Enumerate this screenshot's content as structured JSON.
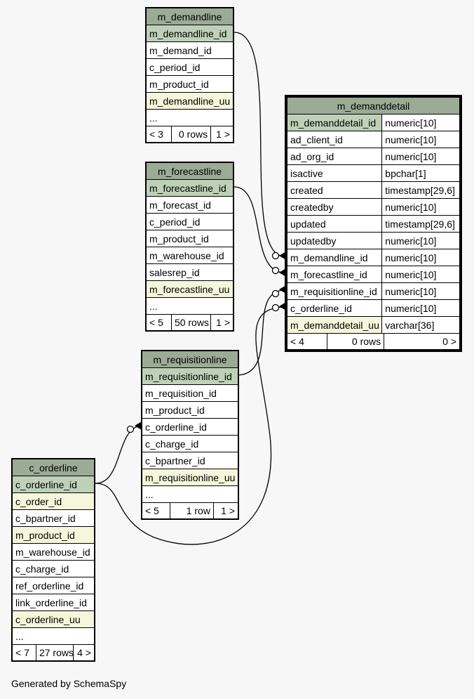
{
  "footer": "Generated by SchemaSpy",
  "tables": {
    "m_demandline": {
      "name": "m_demandline",
      "columns": [
        {
          "name": "m_demandline_id",
          "kind": "pk"
        },
        {
          "name": "m_demand_id",
          "kind": ""
        },
        {
          "name": "c_period_id",
          "kind": ""
        },
        {
          "name": "m_product_id",
          "kind": ""
        },
        {
          "name": "m_demandline_uu",
          "kind": "uniq"
        },
        {
          "name": "...",
          "kind": ""
        }
      ],
      "footer": [
        "< 3",
        "0 rows",
        "1 >"
      ]
    },
    "m_forecastline": {
      "name": "m_forecastline",
      "columns": [
        {
          "name": "m_forecastline_id",
          "kind": "pk"
        },
        {
          "name": "m_forecast_id",
          "kind": ""
        },
        {
          "name": "c_period_id",
          "kind": ""
        },
        {
          "name": "m_product_id",
          "kind": ""
        },
        {
          "name": "m_warehouse_id",
          "kind": ""
        },
        {
          "name": "salesrep_id",
          "kind": ""
        },
        {
          "name": "m_forecastline_uu",
          "kind": "uniq"
        },
        {
          "name": "...",
          "kind": ""
        }
      ],
      "footer": [
        "< 5",
        "50 rows",
        "1 >"
      ]
    },
    "m_requisitionline": {
      "name": "m_requisitionline",
      "columns": [
        {
          "name": "m_requisitionline_id",
          "kind": "pk"
        },
        {
          "name": "m_requisition_id",
          "kind": ""
        },
        {
          "name": "m_product_id",
          "kind": ""
        },
        {
          "name": "c_orderline_id",
          "kind": ""
        },
        {
          "name": "c_charge_id",
          "kind": ""
        },
        {
          "name": "c_bpartner_id",
          "kind": ""
        },
        {
          "name": "m_requisitionline_uu",
          "kind": "uniq"
        },
        {
          "name": "...",
          "kind": ""
        }
      ],
      "footer": [
        "< 5",
        "1 row",
        "1 >"
      ]
    },
    "c_orderline": {
      "name": "c_orderline",
      "columns": [
        {
          "name": "c_orderline_id",
          "kind": "pk"
        },
        {
          "name": "c_order_id",
          "kind": "uniq"
        },
        {
          "name": "c_bpartner_id",
          "kind": ""
        },
        {
          "name": "m_product_id",
          "kind": "uniq"
        },
        {
          "name": "m_warehouse_id",
          "kind": ""
        },
        {
          "name": "c_charge_id",
          "kind": ""
        },
        {
          "name": "ref_orderline_id",
          "kind": ""
        },
        {
          "name": "link_orderline_id",
          "kind": ""
        },
        {
          "name": "c_orderline_uu",
          "kind": "uniq"
        },
        {
          "name": "...",
          "kind": ""
        }
      ],
      "footer": [
        "< 7",
        "27 rows",
        "4 >"
      ]
    },
    "m_demanddetail": {
      "name": "m_demanddetail",
      "columns": [
        {
          "name": "m_demanddetail_id",
          "type": "numeric[10]",
          "kind": "pk"
        },
        {
          "name": "ad_client_id",
          "type": "numeric[10]",
          "kind": ""
        },
        {
          "name": "ad_org_id",
          "type": "numeric[10]",
          "kind": ""
        },
        {
          "name": "isactive",
          "type": "bpchar[1]",
          "kind": ""
        },
        {
          "name": "created",
          "type": "timestamp[29,6]",
          "kind": ""
        },
        {
          "name": "createdby",
          "type": "numeric[10]",
          "kind": ""
        },
        {
          "name": "updated",
          "type": "timestamp[29,6]",
          "kind": ""
        },
        {
          "name": "updatedby",
          "type": "numeric[10]",
          "kind": ""
        },
        {
          "name": "m_demandline_id",
          "type": "numeric[10]",
          "kind": ""
        },
        {
          "name": "m_forecastline_id",
          "type": "numeric[10]",
          "kind": ""
        },
        {
          "name": "m_requisitionline_id",
          "type": "numeric[10]",
          "kind": ""
        },
        {
          "name": "c_orderline_id",
          "type": "numeric[10]",
          "kind": ""
        },
        {
          "name": "m_demanddetail_uu",
          "type": "varchar[36]",
          "kind": "uniq"
        }
      ],
      "footer": [
        "< 4",
        "0 rows",
        "0 >"
      ]
    }
  }
}
